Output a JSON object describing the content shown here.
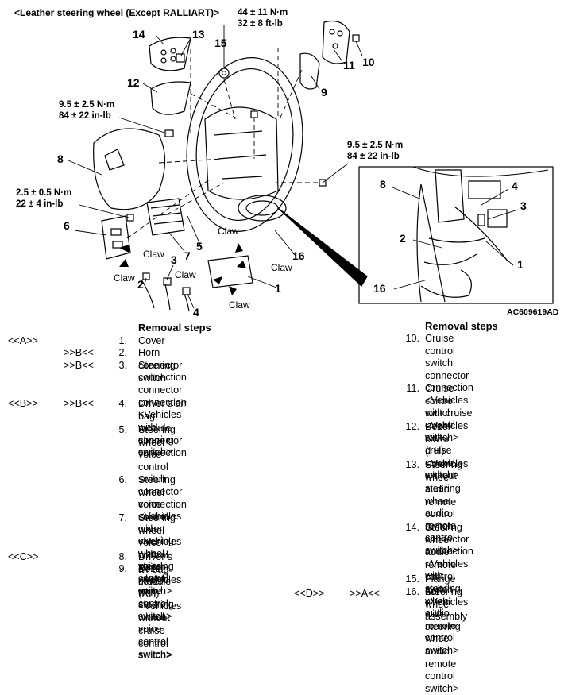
{
  "diagram": {
    "title": "<Leather steering wheel (Except RALLIART)>",
    "torques": {
      "t_top_1": "44 ± 11 N·m",
      "t_top_2": "32 ± 8 ft-lb",
      "t_left_1": "9.5 ± 2.5 N·m",
      "t_left_2": "84 ± 22 in-lb",
      "t_right_1": "9.5 ± 2.5 N·m",
      "t_right_2": "84 ± 22 in-lb",
      "t_small_1": "2.5 ± 0.5 N·m",
      "t_small_2": "22 ± 4 in-lb"
    },
    "callouts": {
      "c14": "14",
      "c13": "13",
      "c15": "15",
      "c11": "11",
      "c10": "10",
      "c12": "12",
      "c9": "9",
      "c8": "8",
      "c6": "6",
      "c7": "7",
      "c5": "5",
      "c16": "16",
      "c3": "3",
      "c2": "2",
      "c1": "1",
      "c4": "4",
      "d8": "8",
      "d4": "4",
      "d3": "3",
      "d2": "2",
      "d1": "1",
      "d16": "16"
    },
    "claws": {
      "claw1": "Claw",
      "claw2": "Claw",
      "claw3": "Claw",
      "claw4": "Claw",
      "claw5": "Claw",
      "claw6": "Claw"
    },
    "figure_id": "AC609619AD"
  },
  "removal": {
    "heading_left": "Removal steps",
    "heading_right": "Removal steps",
    "marks": {
      "m1": "<<A>>",
      "m2": ">>B<<",
      "m3": ">>B<<",
      "m4a": "<<B>>",
      "m4b": ">>B<<",
      "m8": "<<C>>",
      "m16a": "<<D>>",
      "m16b": ">>A<<"
    },
    "steps_left": [
      {
        "num": "1.",
        "text": "Cover"
      },
      {
        "num": "2.",
        "text": "Horn connector connection"
      },
      {
        "num": "3.",
        "text": "Steering switch connector\nconnection <Vehicles with\nsteering switch>"
      },
      {
        "num": "4.",
        "text": "Driver’s air bag module\nconnector connection"
      },
      {
        "num": "5.",
        "text": "Steering wheel voice control\nswitch connector connection\n<Vehicles with steering wheel\nvoice control switch>"
      },
      {
        "num": "6.",
        "text": "Steering wheel voice control\ncover <Vehicles with steering\nwheel voice control switch>"
      },
      {
        "num": "7.",
        "text": "Steering wheel voice control\nswitch <Vehicles with steering\nwheel voice control switch>"
      },
      {
        "num": "8.",
        "text": "Driver’s air bag module"
      },
      {
        "num": "9.",
        "text": "Bezel cover (RH) <Vehicles\nwithout cruise control switch>"
      }
    ],
    "steps_right": [
      {
        "num": "10.",
        "text": "Cruise control switch\nconnector connection\n<Vehicles with cruise control\nswitch>"
      },
      {
        "num": "11.",
        "text": "Cruise control switch\n<Vehicles with cruise control\nswitch>"
      },
      {
        "num": "12.",
        "text": "Bezel cover (LH) <Vehicles\nwithout steering wheel audio\nremote control switch>"
      },
      {
        "num": "13.",
        "text": "Steering wheel audio remote\ncontrol switch connector\nconnection <Vehicles with\nsteering wheel audio remote\ncontrol switch>"
      },
      {
        "num": "14.",
        "text": "Steering wheel audio remote\ncontrol switch <Vehicles with\nsteering wheel audio remote\ncontrol switch>"
      },
      {
        "num": "15.",
        "text": "Flange nut"
      },
      {
        "num": "16.",
        "text": "Steering wheel assembly"
      }
    ]
  }
}
